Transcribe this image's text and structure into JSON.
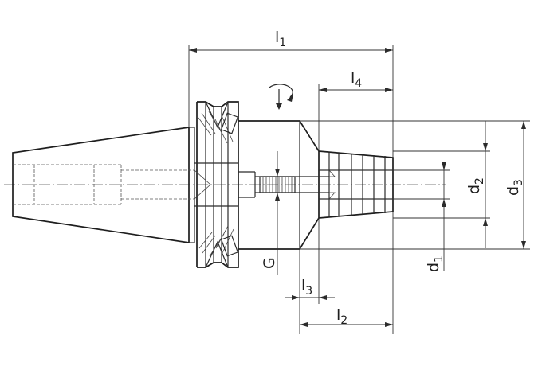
{
  "dimensions": {
    "l1": {
      "main": "l",
      "sub": "1"
    },
    "l4": {
      "main": "l",
      "sub": "4"
    },
    "l3": {
      "main": "l",
      "sub": "3"
    },
    "l2": {
      "main": "l",
      "sub": "2"
    },
    "d1": {
      "main": "d",
      "sub": "1"
    },
    "d2": {
      "main": "d",
      "sub": "2"
    },
    "d3": {
      "main": "d",
      "sub": "3"
    },
    "G": "G"
  },
  "icons": {
    "rotation": "rotation-arrow-icon"
  }
}
